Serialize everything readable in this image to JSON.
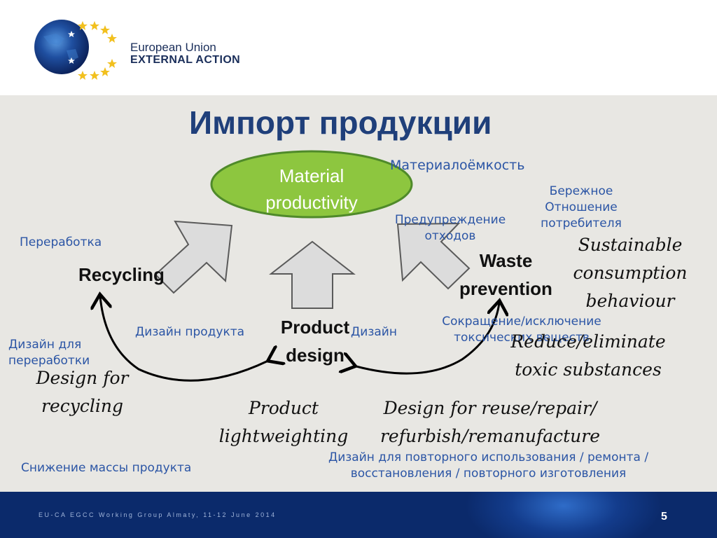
{
  "header": {
    "logo_line1": "European Union",
    "logo_line2": "EXTERNAL ACTION"
  },
  "slide": {
    "title": "Импорт продукции",
    "material_productivity": "Material productivity",
    "ru_material_intensity": "Материалоёмкость",
    "ru_careful_attitude": "Бережное Отношение потребителя",
    "ru_waste_prevention": "Предупреждение отходов",
    "ru_recycling": "Переработка",
    "recycling": "Recycling",
    "waste_prevention": "Waste prevention",
    "sustainable_consumption": "Sustainable consumption behaviour",
    "product_design": "Product design",
    "ru_product_design": "Дизайн продукта",
    "ru_design": "Дизайн",
    "ru_reduce_toxic": "Сокращение/исключение токсических веществ",
    "reduce_toxic": "Reduce/eliminate toxic substances",
    "ru_design_for_recycling": "Дизайн для переработки",
    "design_for_recycling": "Design for recycling",
    "product_lightweighting": "Product lightweighting",
    "design_for_reuse": "Design for reuse/repair/ refurbish/remanufacture",
    "ru_mass_reduction": "Снижение массы продукта",
    "ru_design_for_reuse": "Дизайн для повторного использования / ремонта / восстановления / повторного изготовления"
  },
  "footer": {
    "event": "EU-CA EGCC Working Group Almaty, 11-12 June 2014",
    "page_number": "5"
  },
  "colors": {
    "title": "#1f3f7a",
    "russian_text": "#2b55a5",
    "ellipse_fill": "#8dc63f",
    "ellipse_stroke": "#4f8a2a",
    "footer": "#133c8c"
  }
}
